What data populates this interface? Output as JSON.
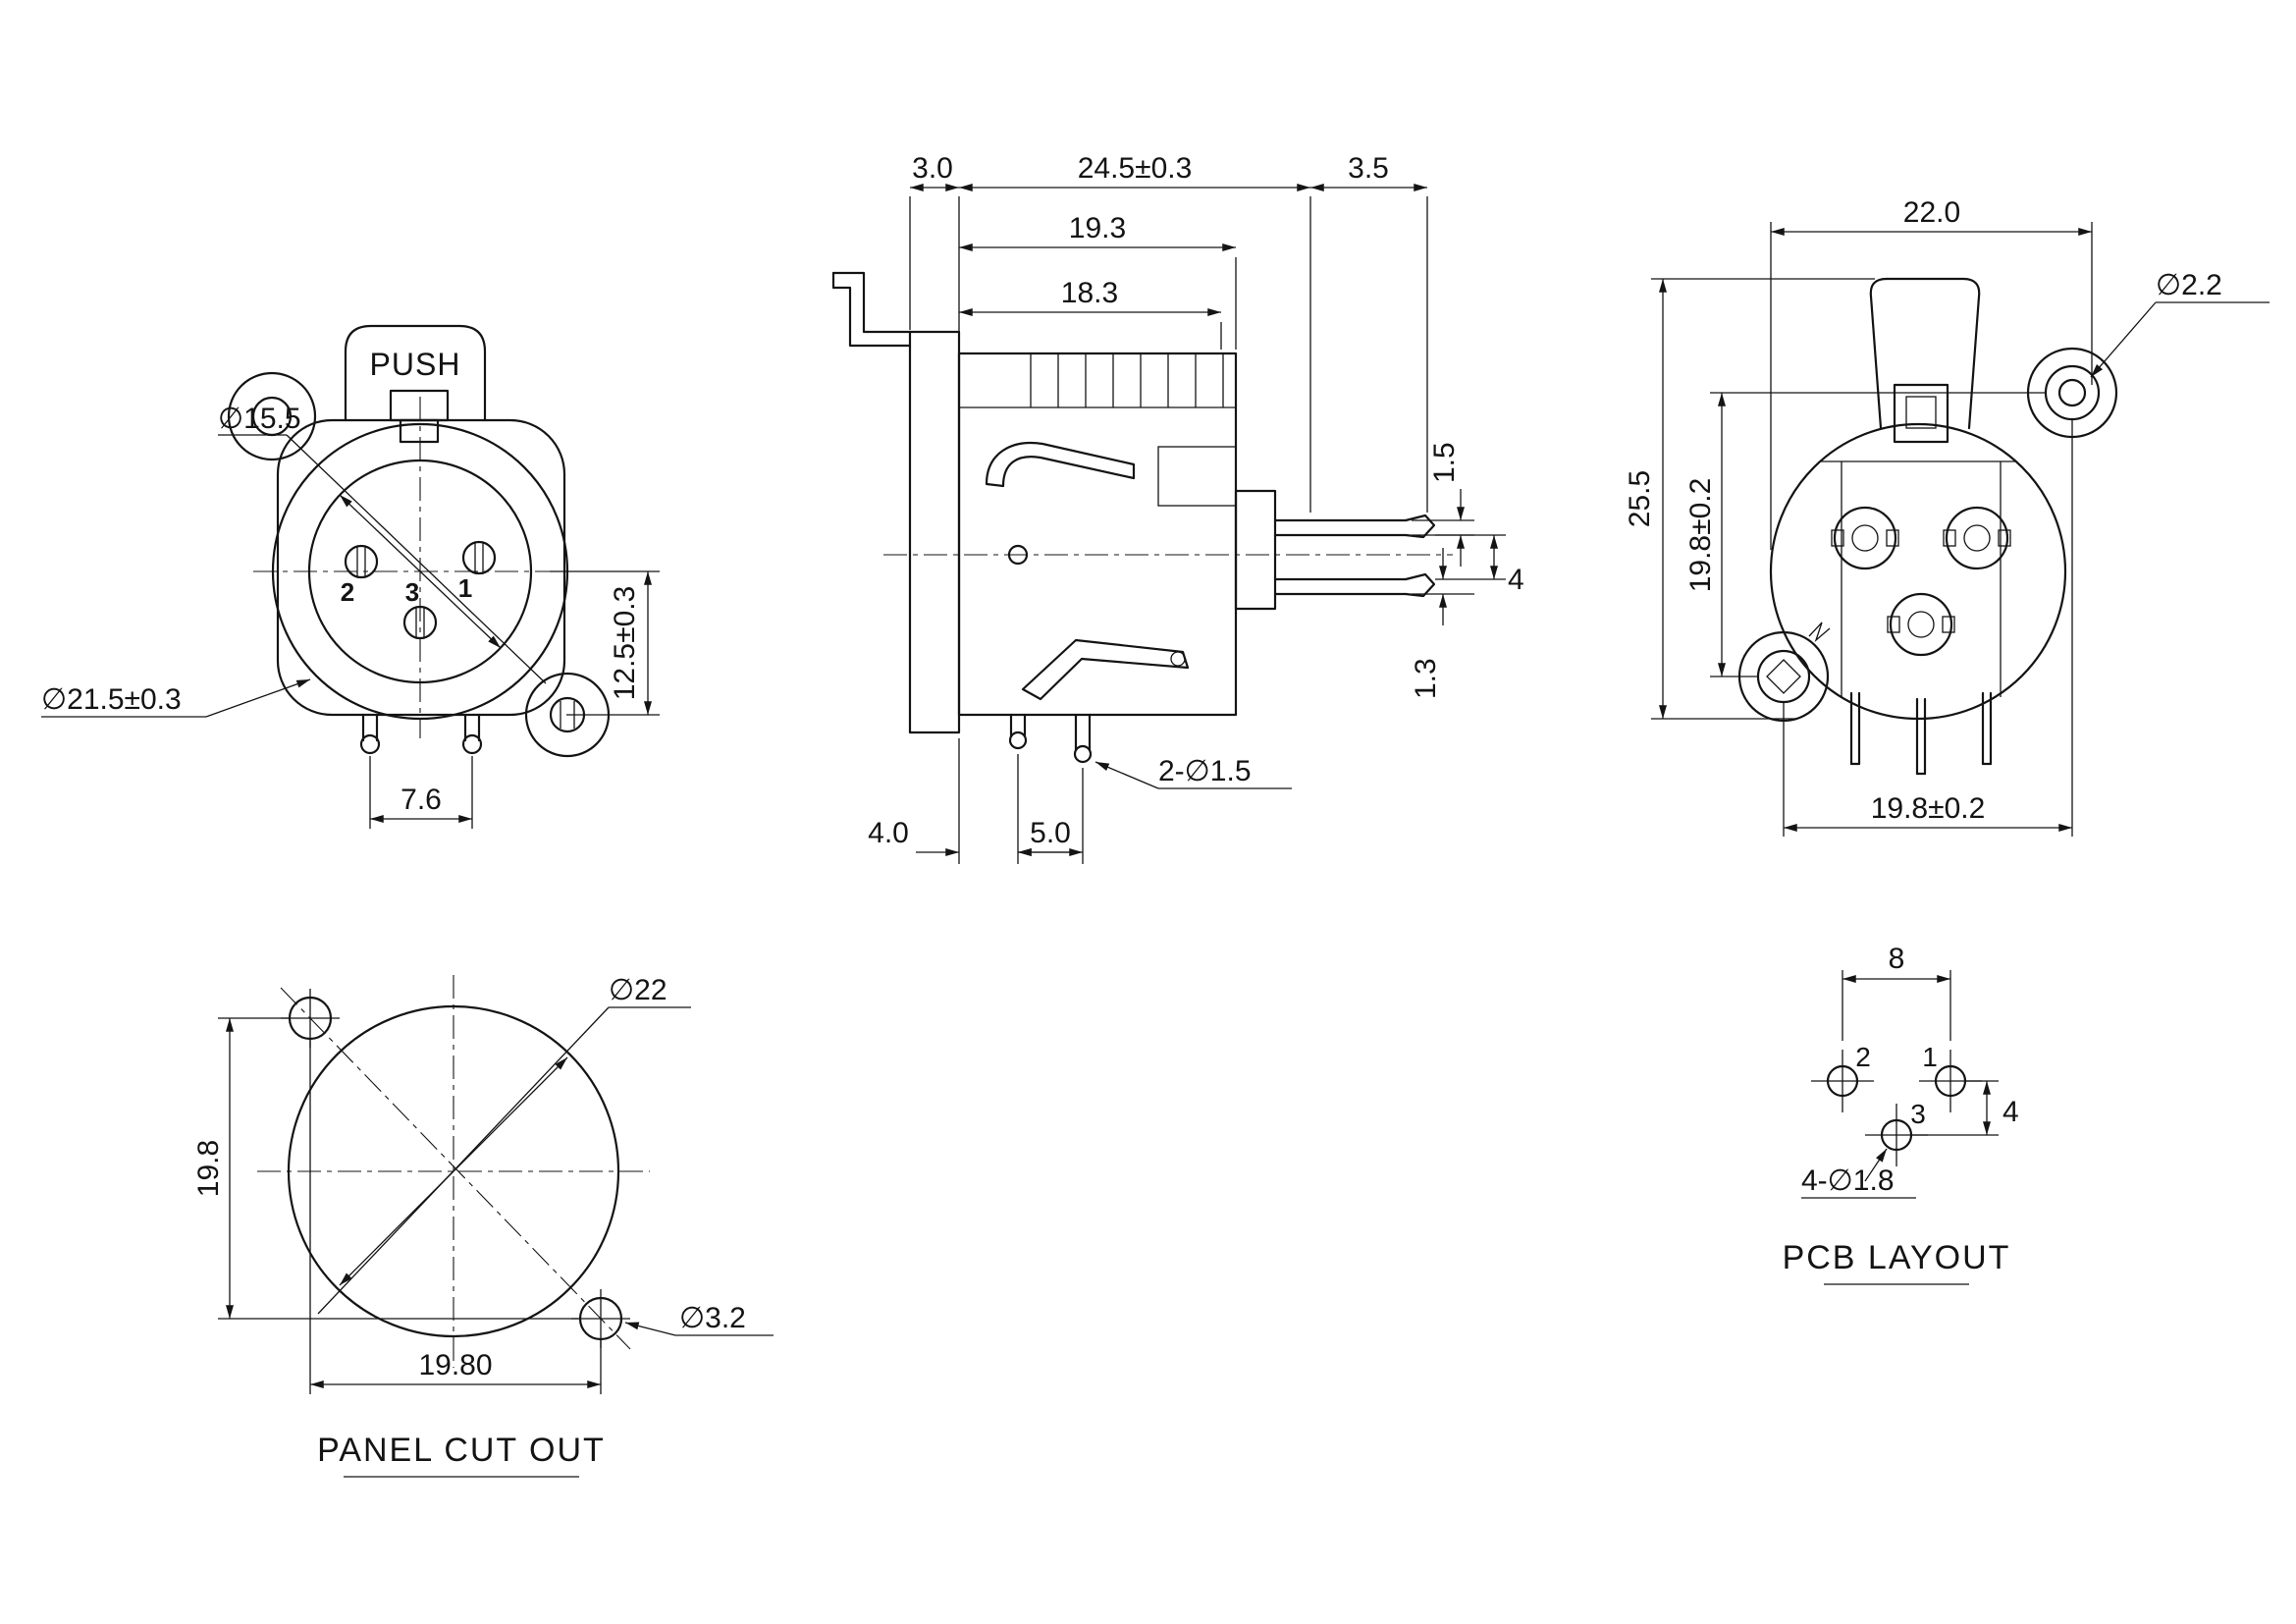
{
  "views": {
    "front": {
      "push": "PUSH",
      "pin_1": "1",
      "pin_2": "2",
      "pin_3": "3",
      "dim_insert_dia": "∅15.5",
      "dim_barrel_dia": "∅21.5±0.3",
      "dim_height": "12.5±0.3",
      "dim_pin_pitch": "7.6"
    },
    "side": {
      "dim_flange_thickness": "3.0",
      "dim_overall_depth": "24.5±0.3",
      "dim_terminal_tip": "3.5",
      "dim_body_depth": "19.3",
      "dim_inner_depth": "18.3",
      "dim_terminal_upper": "1.5",
      "dim_terminal_gap": "4",
      "dim_terminal_lower": "1.3",
      "dim_legs": "2-∅1.5",
      "dim_leg_offset": "4.0",
      "dim_leg_pitch": "5.0"
    },
    "rear": {
      "dim_width": "22.0",
      "dim_mount_hole_dia": "∅2.2",
      "dim_overall_height": "25.5",
      "dim_hole_span_v": "19.8±0.2",
      "dim_hole_span_h": "19.8±0.2"
    },
    "panel_cutout": {
      "title": "PANEL CUT OUT",
      "dim_cutout_dia": "∅22",
      "dim_screw_hole_dia": "∅3.2",
      "dim_hole_span_v": "19.8",
      "dim_hole_span_h": "19.80"
    },
    "pcb": {
      "title": "PCB LAYOUT",
      "pin_1": "1",
      "pin_2": "2",
      "pin_3": "3",
      "dim_pitch_h": "8",
      "dim_pitch_v": "4",
      "dim_holes": "4-∅1.8"
    }
  },
  "colors": {
    "ink": "#141414",
    "paper": "#ffffff"
  }
}
